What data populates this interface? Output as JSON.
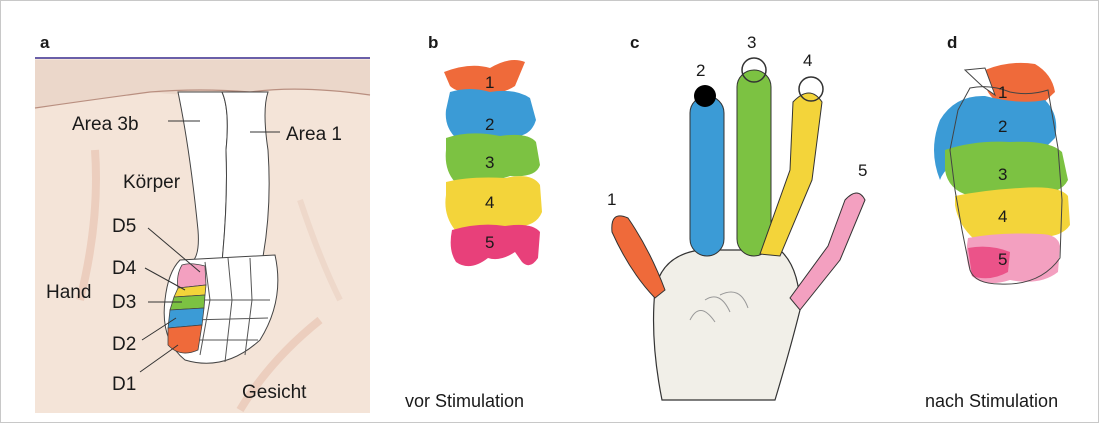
{
  "panels": {
    "a": {
      "letter": "a",
      "labels": {
        "area3b": "Area 3b",
        "area1": "Area 1",
        "koerper": "Körper",
        "hand": "Hand",
        "gesicht": "Gesicht",
        "d5": "D5",
        "d4": "D4",
        "d3": "D3",
        "d2": "D2",
        "d1": "D1"
      }
    },
    "b": {
      "letter": "b",
      "caption": "vor Stimulation",
      "regions": [
        "1",
        "2",
        "3",
        "4",
        "5"
      ]
    },
    "c": {
      "letter": "c",
      "fingers": [
        "1",
        "2",
        "3",
        "4",
        "5"
      ]
    },
    "d": {
      "letter": "d",
      "caption": "nach Stimulation",
      "regions": [
        "1",
        "2",
        "3",
        "4",
        "5"
      ]
    }
  },
  "colors": {
    "d1": "#ef6a3a",
    "d2": "#3b9bd6",
    "d3": "#7cc242",
    "d4": "#f3d43a",
    "d5": "#e8407a",
    "pink_light": "#f3a0c0",
    "cortex": "#f4e6dc",
    "palm": "#f1efe8"
  }
}
